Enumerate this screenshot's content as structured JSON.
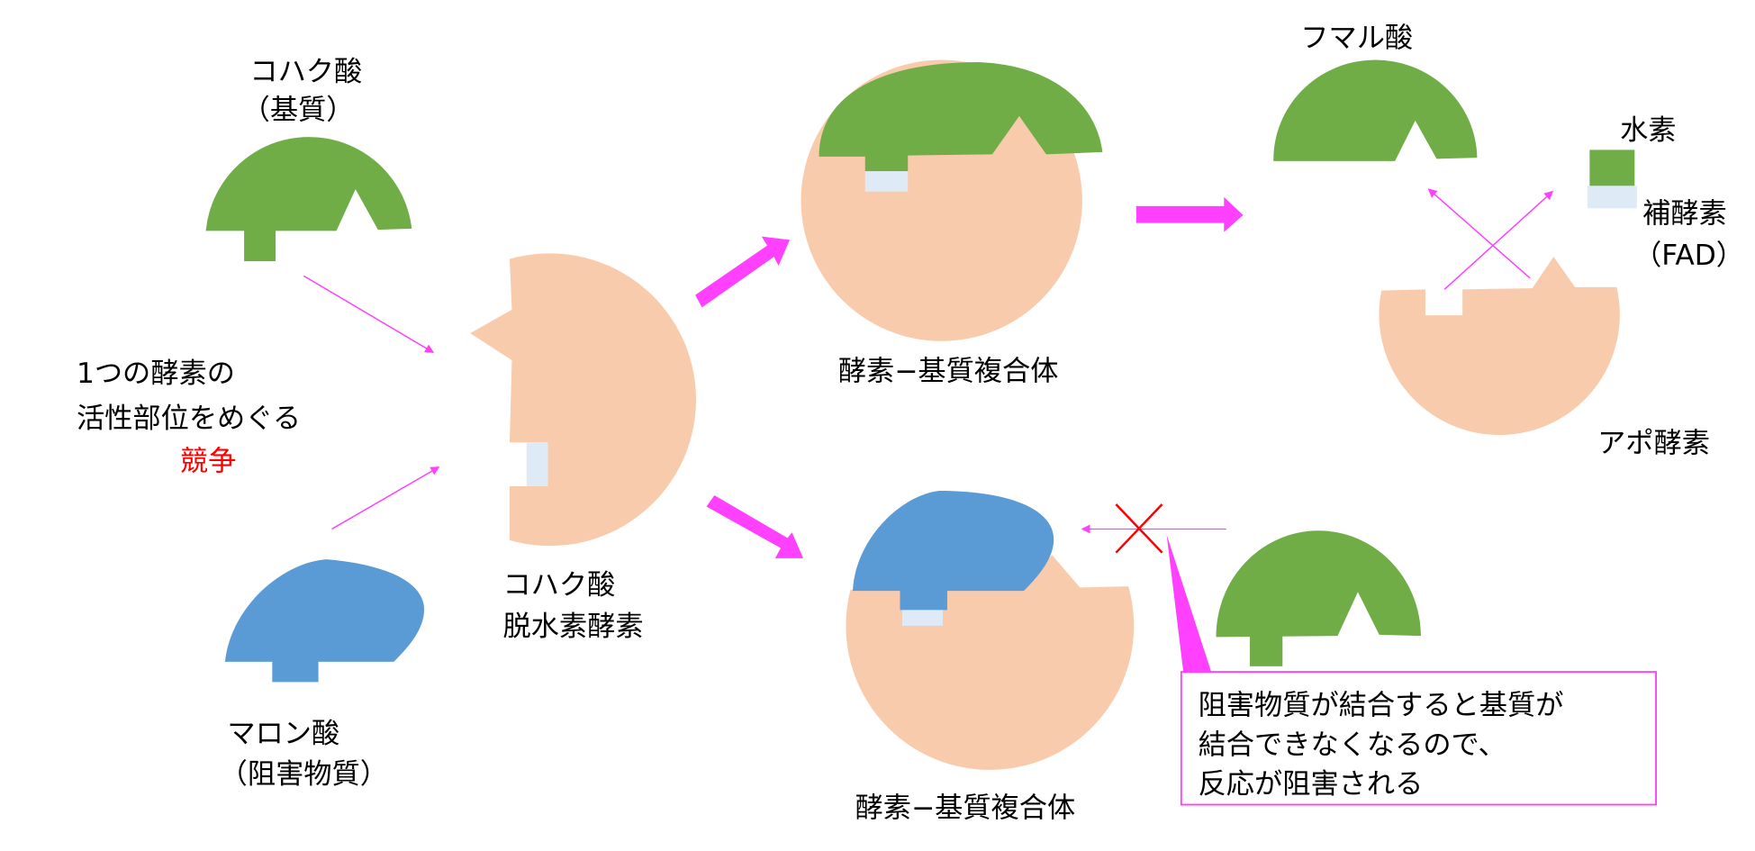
{
  "labels": {
    "succinate": "コハク酸",
    "substrate_paren": "（基質）",
    "competition_line1": "1つの酵素の",
    "competition_line2": "活性部位をめぐる",
    "competition_word": "競争",
    "malonate": "マロン酸",
    "inhibitor_paren": "（阻害物質）",
    "enzyme_line1": "コハク酸",
    "enzyme_line2": "脱水素酵素",
    "complex_top": "酵素−基質複合体",
    "complex_bottom": "酵素−基質複合体",
    "fumarate": "フマル酸",
    "hydrogen": "水素",
    "coenzyme": "補酵素",
    "fad": "（FAD）",
    "apoenzyme": "アポ酵素"
  },
  "callout": {
    "line1": "阻害物質が結合すると基質が",
    "line2": "結合できなくなるので、",
    "line3": "反応が阻害される"
  },
  "colors": {
    "substrate": "#70ad47",
    "inhibitor": "#5b9bd5",
    "enzyme": "#f8cbad",
    "coenzyme": "#deebf7",
    "arrow": "#ff40ff",
    "blocked": "#ff0000"
  }
}
